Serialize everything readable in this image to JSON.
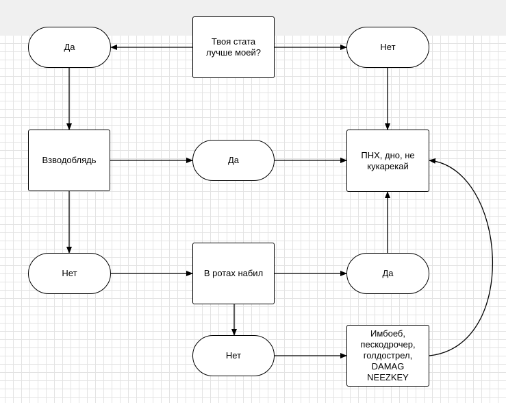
{
  "nodes": {
    "question": "Твоя стата лучше моей?",
    "yes_top": "Да",
    "no_top": "Нет",
    "vzvod": "Взводоблядь",
    "yes_middle": "Да",
    "outcome_pnh": "ПНХ, дно, не кукарекай",
    "no_left": "Нет",
    "rotations": "В ротах набил",
    "yes_right": "Да",
    "no_bottom": "Нет",
    "imba": "Имбоеб, пескодрочер, голдострел, DAMAG NEEZKEY"
  },
  "colors": {
    "grid": "#e3e3e3",
    "topbar": "#f0f0f0",
    "line": "#000000"
  }
}
